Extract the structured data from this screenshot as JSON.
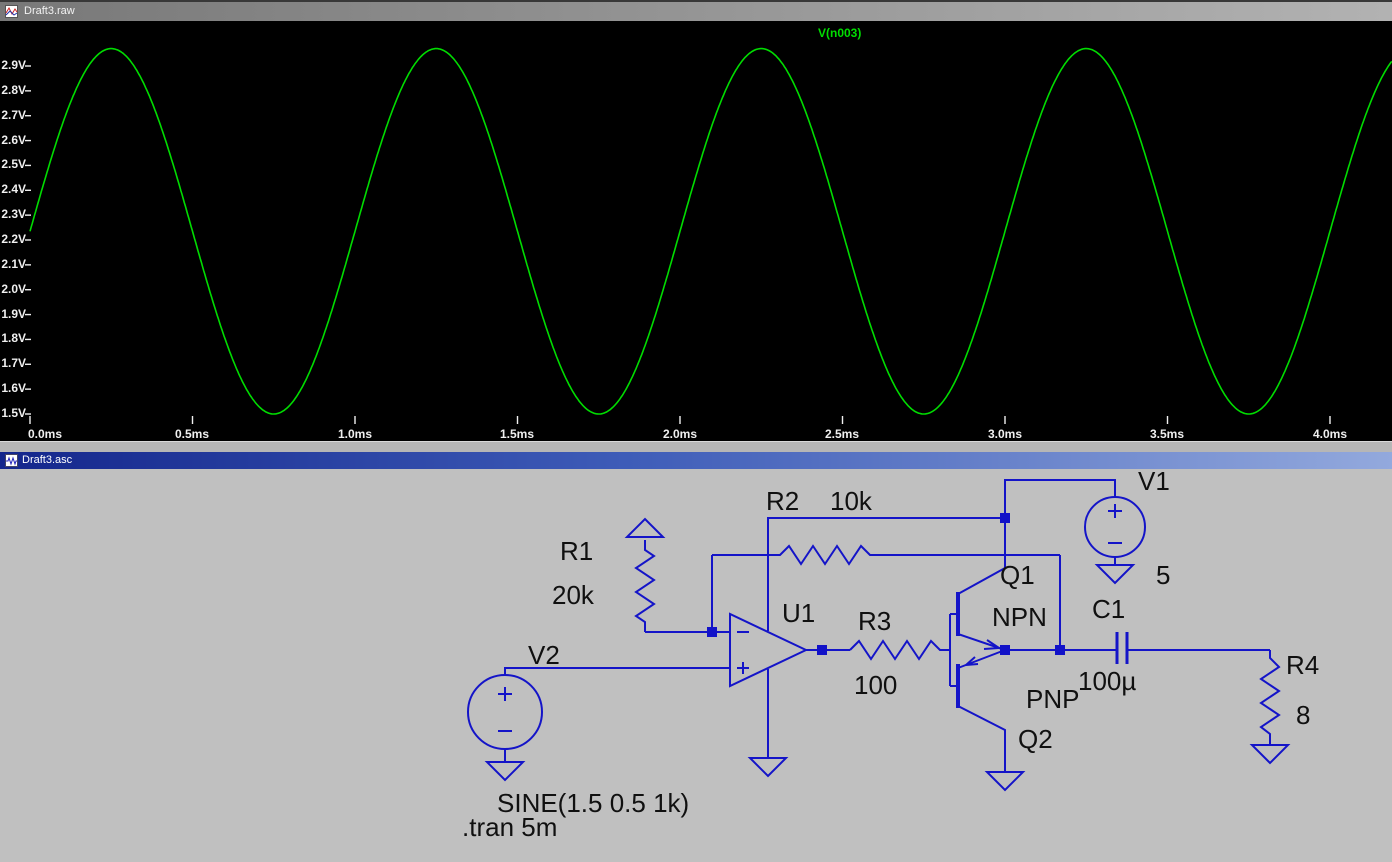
{
  "windows": {
    "waveform_title": "Draft3.raw",
    "schematic_title": "Draft3.asc"
  },
  "waveform": {
    "trace_label": "V(n003)",
    "trace_color": "#00dc00",
    "background": "#000000",
    "y_ticks": [
      "2.9V",
      "2.8V",
      "2.7V",
      "2.6V",
      "2.5V",
      "2.4V",
      "2.3V",
      "2.2V",
      "2.1V",
      "2.0V",
      "1.9V",
      "1.8V",
      "1.7V",
      "1.6V",
      "1.5V"
    ],
    "x_ticks": [
      "0.0ms",
      "0.5ms",
      "1.0ms",
      "1.5ms",
      "2.0ms",
      "2.5ms",
      "3.0ms",
      "3.5ms",
      "4.0ms"
    ]
  },
  "chart_data": {
    "type": "line",
    "title": "V(n003)",
    "legend_position": "top-center",
    "grid": false,
    "x_axis": {
      "unit": "ms",
      "ticks_ms": [
        0,
        0.5,
        1,
        1.5,
        2,
        2.5,
        3,
        3.5,
        4
      ],
      "range_ms": [
        0,
        4.19
      ]
    },
    "y_axis": {
      "unit": "V",
      "ticks_V": [
        2.9,
        2.8,
        2.7,
        2.6,
        2.5,
        2.4,
        2.3,
        2.2,
        2.1,
        2.0,
        1.9,
        1.8,
        1.7,
        1.6,
        1.5
      ],
      "range_V": [
        1.44,
        3.0
      ]
    },
    "series": [
      {
        "name": "V(n003)",
        "shape": "sine",
        "offset_V": 2.235,
        "amplitude_V": 0.735,
        "frequency_Hz": 1000,
        "phase_rad": 0,
        "color": "#00dc00"
      }
    ]
  },
  "schematic": {
    "background": "#c0c0c0",
    "wire_color": "#1414c8",
    "components": {
      "R1": {
        "name": "R1",
        "value": "20k"
      },
      "R2": {
        "name": "R2",
        "value": "10k"
      },
      "R3": {
        "name": "R3",
        "value": "100"
      },
      "R4": {
        "name": "R4",
        "value": "8"
      },
      "C1": {
        "name": "C1",
        "value": "100µ"
      },
      "V1": {
        "name": "V1",
        "value": "5"
      },
      "V2": {
        "name": "V2",
        "value": "SINE(1.5 0.5 1k)"
      },
      "Q1": {
        "name": "Q1",
        "value": "NPN"
      },
      "Q2": {
        "name": "Q2",
        "value": "PNP"
      },
      "U1": {
        "name": "U1"
      }
    },
    "directives": {
      "tran": ".tran 5m"
    }
  }
}
